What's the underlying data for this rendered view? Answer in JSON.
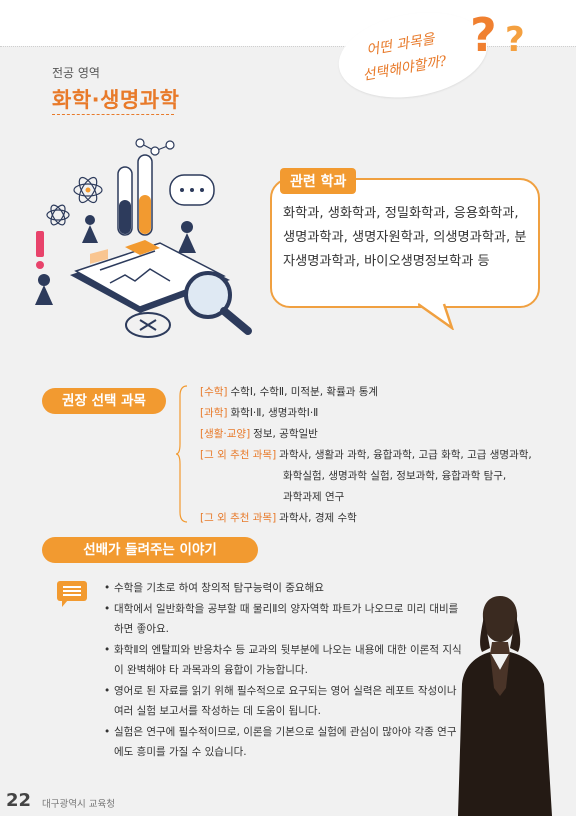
{
  "header": {
    "bubble_line1": "어떤 과목을",
    "bubble_line2": "선택해야할까?",
    "qmark1": "?",
    "qmark2": "?"
  },
  "major": {
    "label": "전공 영역",
    "title": "화학·생명과학"
  },
  "departments": {
    "tag": "관련 학과",
    "text": "화학과, 생화학과, 정밀화학과, 응용화학과, 생명과학과, 생명자원학과, 의생명과학과, 분자생명과학과, 바이오생명정보학과 등"
  },
  "recommended": {
    "tag": "권장 선택 과목",
    "rows": [
      {
        "category": "[수학]",
        "subjects": "수학Ⅰ, 수학Ⅱ, 미적분, 확률과 통계"
      },
      {
        "category": "[과학]",
        "subjects": "화학Ⅰ·Ⅱ, 생명과학Ⅰ·Ⅱ"
      },
      {
        "category": "[생활·교양]",
        "subjects": "정보, 공학일반"
      },
      {
        "category": "[그 외 추천 과목]",
        "subjects": "과학사, 생활과 과학, 융합과학, 고급 화학, 고급 생명과학,"
      },
      {
        "category": "[그 외 추천 과목]",
        "subjects": "과학사, 경제 수학"
      }
    ],
    "continuation": [
      "화학실험, 생명과학 실험, 정보과학, 융합과학 탐구,",
      "과학과제 연구"
    ]
  },
  "story": {
    "tag": "선배가 들려주는 이야기",
    "tips": [
      "수학을 기초로 하여 창의적 탐구능력이 중요해요",
      "대학에서 일반화학을 공부할 때 물리Ⅱ의 양자역학 파트가 나오므로 미리 대비를 하면 좋아요.",
      "화학Ⅱ의 엔탈피와 반응차수 등 교과의 뒷부분에 나오는 내용에 대한 이론적 지식이 완벽해야 타 과목과의 융합이 가능합니다.",
      "영어로 된 자료를 읽기 위해 필수적으로 요구되는 영어 실력은 레포트 작성이나 여러 실험 보고서를 작성하는 데 도움이 됩니다.",
      "실험은 연구에 필수적이므로, 이론을 기본으로 실험에 관심이 많아야 각종 연구에도 흥미를 가질 수 있습니다."
    ]
  },
  "footer": {
    "page_number": "22",
    "publisher": "대구광역시 교육청"
  },
  "colors": {
    "accent": "#f29a30",
    "accent_text": "#e87a2a",
    "navy": "#2d3b5c"
  },
  "icons": [
    "question-mark-icon",
    "chat-bubble-icon",
    "magnifier-icon",
    "shield-icon",
    "test-tube-icon",
    "atom-icon",
    "clipboard-icon",
    "person-silhouette-icon"
  ]
}
